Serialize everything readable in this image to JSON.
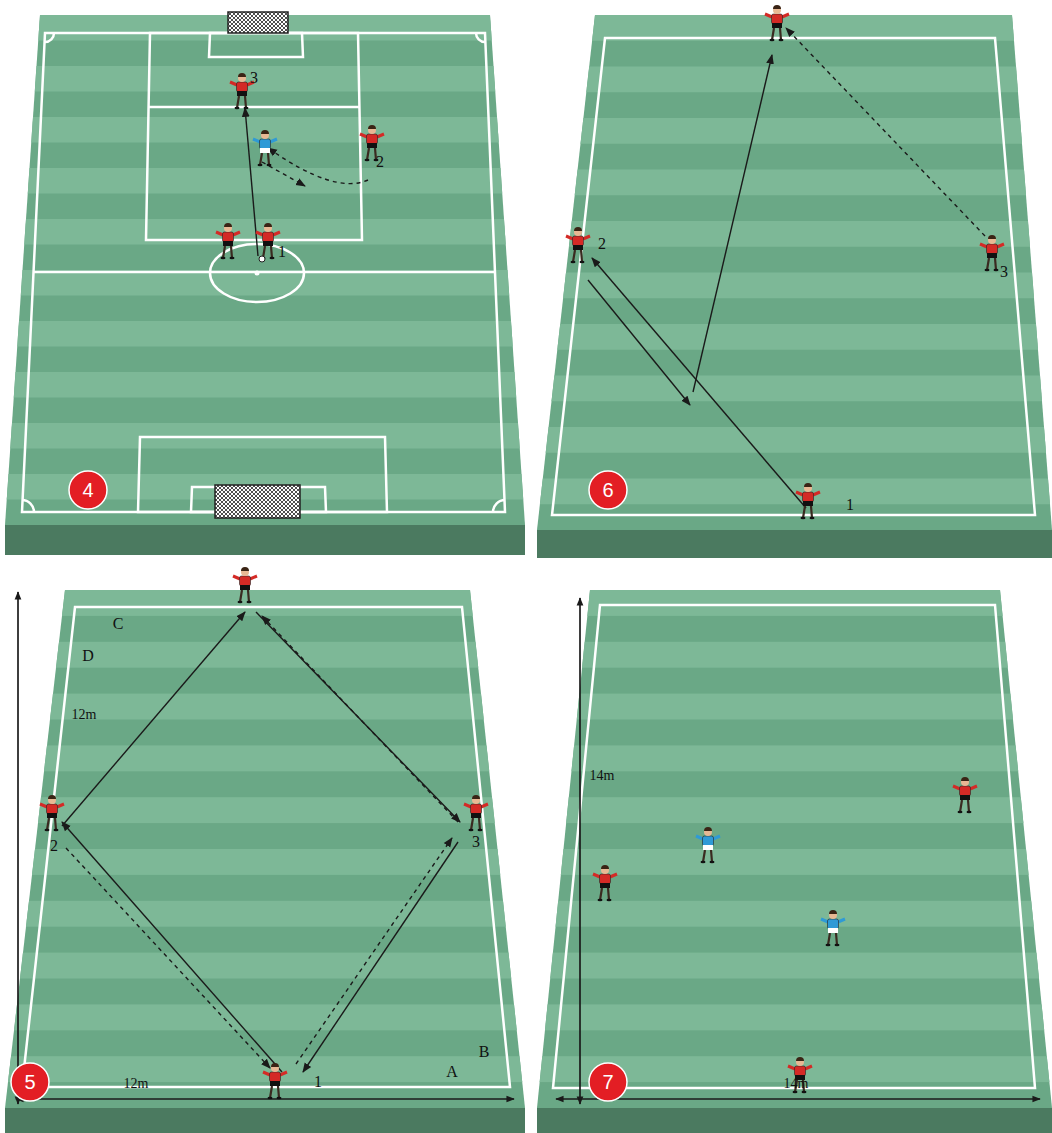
{
  "diagram": {
    "nodes": [
      {
        "text": [
          "4"
        ]
      },
      {
        "text": [
          "6"
        ]
      },
      {
        "text": [
          "5"
        ]
      },
      {
        "text": [
          "7"
        ]
      }
    ],
    "labels": [
      "3",
      "2",
      "1",
      "2",
      "3",
      "1",
      "C",
      "D",
      "12m",
      "2",
      "3",
      "12m",
      "1",
      "B",
      "A",
      "14m",
      "14m"
    ]
  }
}
